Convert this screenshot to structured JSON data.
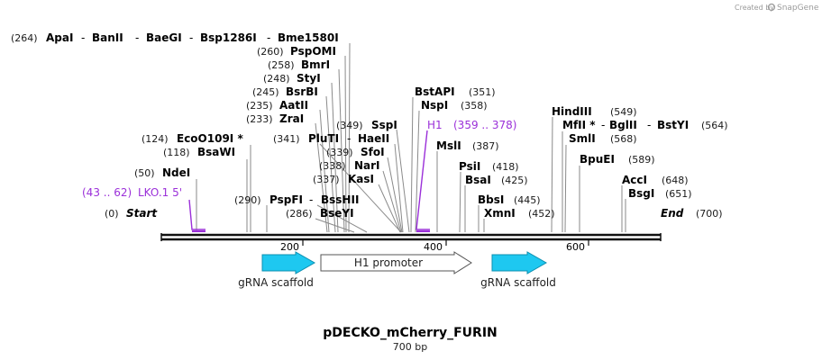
{
  "credit": {
    "text": "Created by",
    "brand": "SnapGene"
  },
  "map": {
    "title": "pDECKO_mCherry_FURIN",
    "length_label": "700 bp",
    "total_bp": 700,
    "start_label": "Start",
    "start_pos": "(0)",
    "end_label": "End",
    "end_pos": "(700)",
    "ticks": [
      "200",
      "400",
      "600"
    ]
  },
  "sites": [
    {
      "pos": "(264)",
      "names": [
        "ApaI",
        "BanII",
        "BaeGI",
        "Bsp1286I",
        "Bme1580I"
      ]
    },
    {
      "pos": "(260)",
      "names": [
        "PspOMI"
      ]
    },
    {
      "pos": "(258)",
      "names": [
        "BmrI"
      ]
    },
    {
      "pos": "(248)",
      "names": [
        "StyI"
      ]
    },
    {
      "pos": "(245)",
      "names": [
        "BsrBI"
      ]
    },
    {
      "pos": "(235)",
      "names": [
        "AatII"
      ]
    },
    {
      "pos": "(233)",
      "names": [
        "ZraI"
      ]
    },
    {
      "pos": "(124)",
      "names": [
        "EcoO109I *"
      ]
    },
    {
      "pos": "(118)",
      "names": [
        "BsaWI"
      ]
    },
    {
      "pos": "(50)",
      "names": [
        "NdeI"
      ]
    },
    {
      "pos": "(290)",
      "names": [
        "PspFI",
        "BssHII"
      ]
    },
    {
      "pos": "(286)",
      "names": [
        "BseYI"
      ]
    },
    {
      "pos": "(341)",
      "names": [
        "PluTI",
        "HaeII"
      ]
    },
    {
      "pos": "(349)",
      "names": [
        "SspI"
      ]
    },
    {
      "pos": "(339)",
      "names": [
        "SfoI"
      ]
    },
    {
      "pos": "(338)",
      "names": [
        "NarI"
      ]
    },
    {
      "pos": "(337)",
      "names": [
        "KasI"
      ]
    },
    {
      "pos": "(351)",
      "names": [
        "BstAPI"
      ]
    },
    {
      "pos": "(358)",
      "names": [
        "NspI"
      ]
    },
    {
      "pos": "(387)",
      "names": [
        "MslI"
      ]
    },
    {
      "pos": "(418)",
      "names": [
        "PsiI"
      ]
    },
    {
      "pos": "(425)",
      "names": [
        "BsaI"
      ]
    },
    {
      "pos": "(445)",
      "names": [
        "BbsI"
      ]
    },
    {
      "pos": "(452)",
      "names": [
        "XmnI"
      ]
    },
    {
      "pos": "(549)",
      "names": [
        "HindIII"
      ]
    },
    {
      "pos": "(564)",
      "names": [
        "MfII *",
        "BglII",
        "BstYI"
      ]
    },
    {
      "pos": "(568)",
      "names": [
        "SmlI"
      ]
    },
    {
      "pos": "(589)",
      "names": [
        "BpuEI"
      ]
    },
    {
      "pos": "(648)",
      "names": [
        "AccI"
      ]
    },
    {
      "pos": "(651)",
      "names": [
        "BsgI"
      ]
    }
  ],
  "primers": [
    {
      "name": "H1",
      "range": "(359 .. 378)",
      "color": "#9b30d9"
    },
    {
      "name": "LKO.1 5'",
      "range": "(43 .. 62)",
      "color": "#9b30d9"
    }
  ],
  "features": [
    {
      "label": "gRNA scaffold",
      "color": "#1ec8f0",
      "direction": "forward"
    },
    {
      "label": "H1 promoter",
      "color": "#ffffff",
      "direction": "forward"
    },
    {
      "label": "gRNA scaffold",
      "color": "#1ec8f0",
      "direction": "forward"
    }
  ]
}
